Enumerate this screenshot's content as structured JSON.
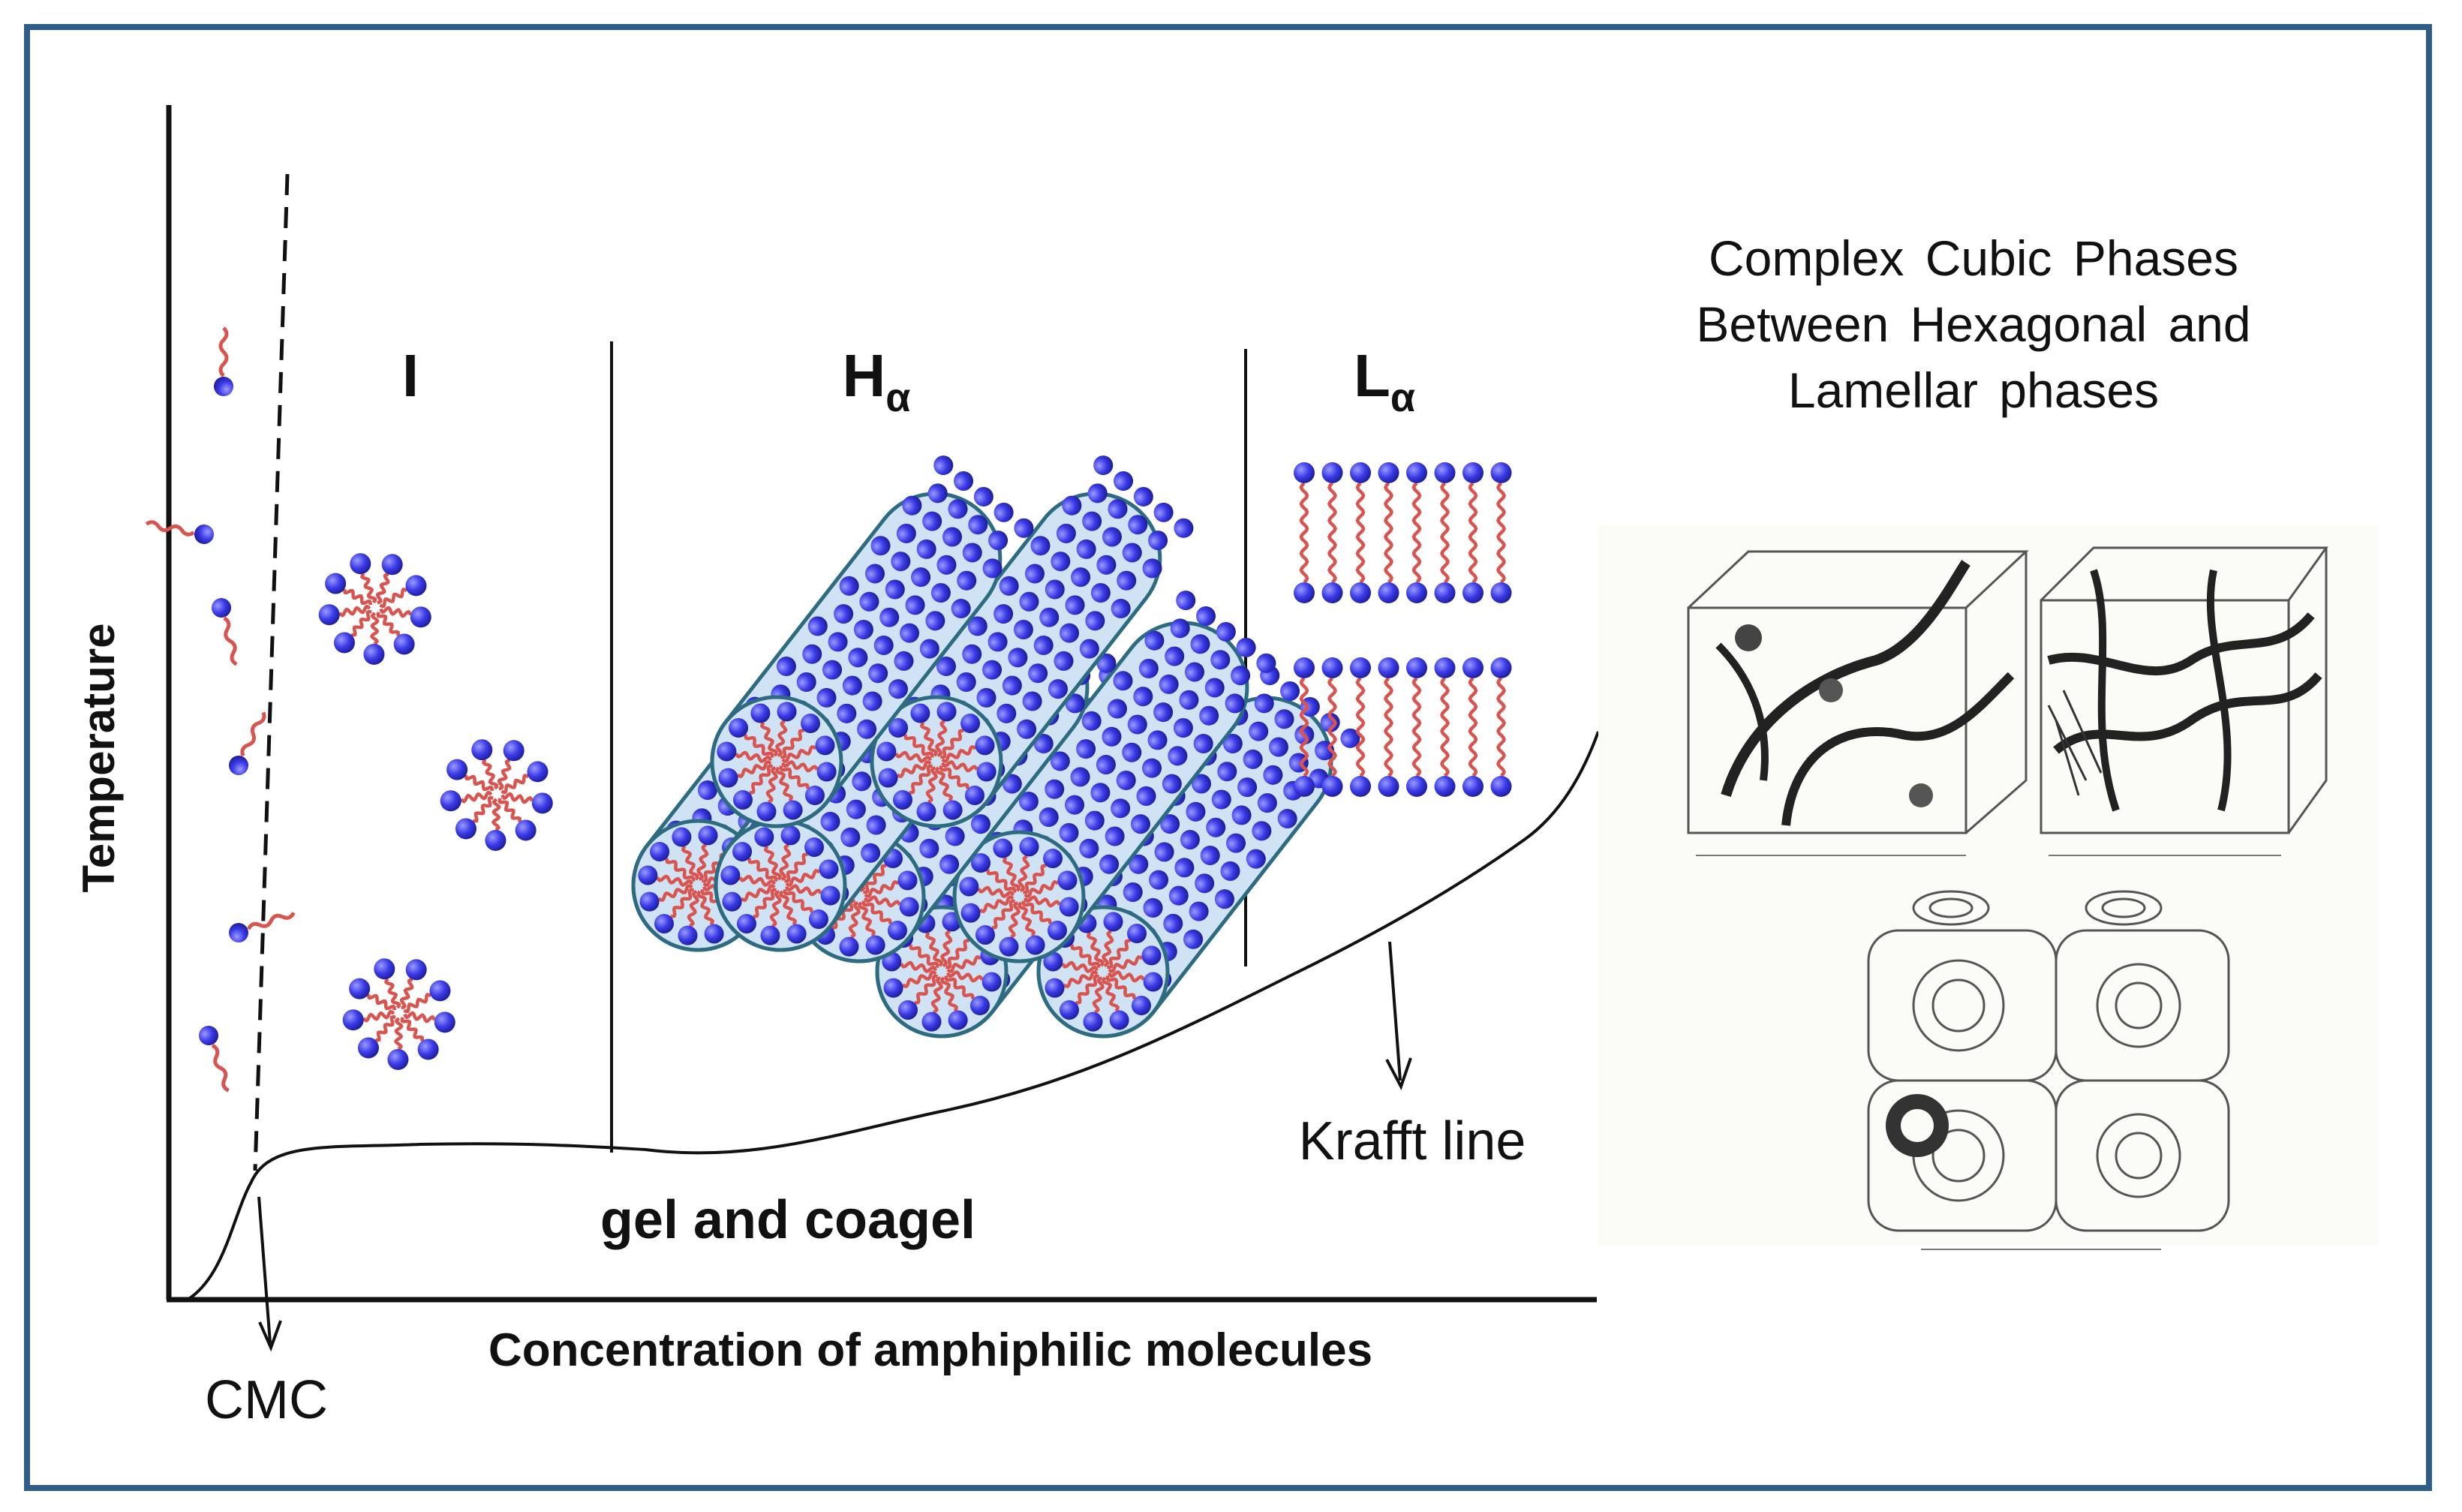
{
  "axes": {
    "x_label": "Concentration of amphiphilic molecules",
    "y_label": "Temperature"
  },
  "phases": {
    "isotropic": "I",
    "hexagonal_main": "H",
    "hexagonal_sub": "α",
    "lamellar_main": "L",
    "lamellar_sub": "α",
    "gel": "gel and coagel"
  },
  "annotations": {
    "cmc": "CMC",
    "krafft": "Krafft line"
  },
  "cubic_title": {
    "line1": "Complex Cubic Phases",
    "line2": "Between Hexagonal and",
    "line3": "Lamellar phases"
  },
  "colors": {
    "frame": "#2f5d8a",
    "head": "#3a3ae6",
    "tail": "#d9534f",
    "cylinder_fill": "#cfe3f4",
    "cylinder_stroke": "#2d6b80",
    "line": "#111111"
  }
}
